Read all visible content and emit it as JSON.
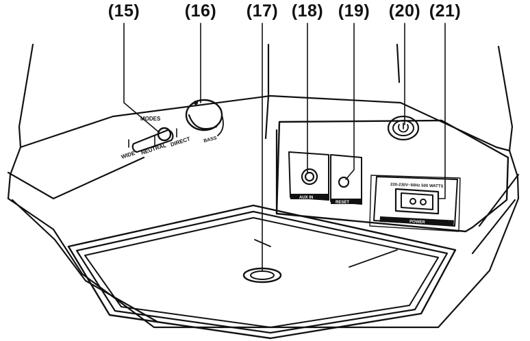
{
  "callouts": [
    {
      "id": "15",
      "label": "(15)"
    },
    {
      "id": "16",
      "label": "(16)"
    },
    {
      "id": "17",
      "label": "(17)"
    },
    {
      "id": "18",
      "label": "(18)"
    },
    {
      "id": "19",
      "label": "(19)"
    },
    {
      "id": "20",
      "label": "(20)"
    },
    {
      "id": "21",
      "label": "(21)"
    }
  ],
  "modes_switch": {
    "title": "MODES",
    "positions": [
      "WIDE",
      "NEUTRAL",
      "DIRECT"
    ]
  },
  "bass_knob": {
    "label": "BASS"
  },
  "aux_in": {
    "label": "AUX IN"
  },
  "reset": {
    "label": "RESET"
  },
  "power_inlet": {
    "rating": "220-230V~50Hz 500 WATTS",
    "label": "POWER"
  },
  "power_button": {
    "icon": "power-icon"
  }
}
